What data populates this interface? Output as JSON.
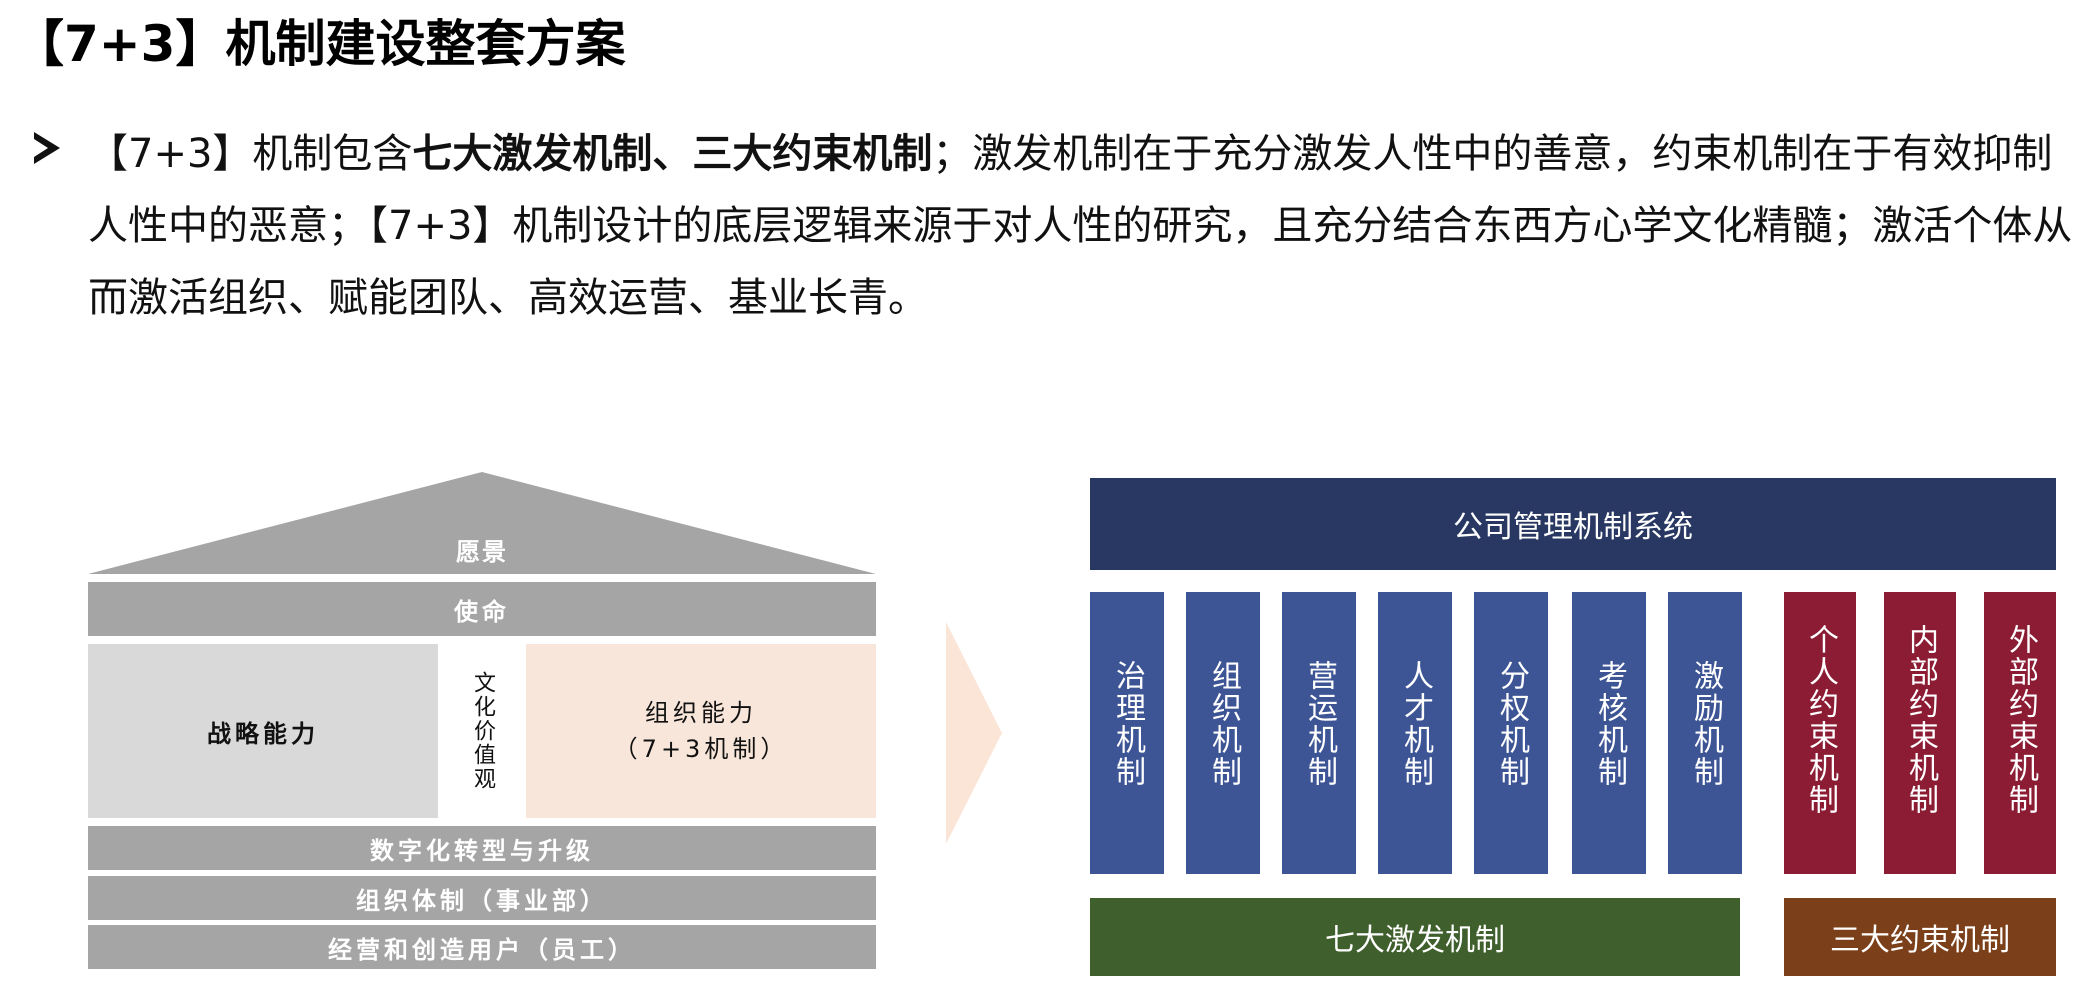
{
  "title": "【7+3】机制建设整套方案",
  "paragraph": {
    "part1": "【7+3】机制包含",
    "bold1": "七大激发机制",
    "sep": "、",
    "bold2": "三大约束机制",
    "part2": "；激发机制在于充分激发人性中的善意，约束机制在于有效抑制人性中的恶意；【7+3】机制设计的底层逻辑来源于对人性的研究，且充分结合东西方心学文化精髓；激活个体从而激活组织、赋能团队、高效运营、基业长青。"
  },
  "house": {
    "roof": "愿景",
    "mission": "使命",
    "strategy": "战略能力",
    "culture": "文化价值观",
    "org_line1": "组织能力",
    "org_line2": "（7+3机制）",
    "digital": "数字化转型与升级",
    "system": "组织体制（事业部）",
    "users": "经营和创造用户（员工）"
  },
  "system": {
    "header": "公司管理机制系统",
    "incentives": [
      "治理机制",
      "组织机制",
      "营运机制",
      "人才机制",
      "分权机制",
      "考核机制",
      "激励机制"
    ],
    "constraints": [
      "个人约束机制",
      "内部约束机制",
      "外部约束机制"
    ],
    "incentive_label": "七大激发机制",
    "constraint_label": "三大约束机制"
  },
  "colors": {
    "header": "#283862",
    "incentive": "#3d5595",
    "constraint": "#8b1c34",
    "green_bar": "#3f5f2d",
    "brown_bar": "#7b3f1a",
    "gray_band": "#a5a5a5",
    "strategy_box": "#d9d9d9",
    "org_box": "#f8e6da"
  }
}
